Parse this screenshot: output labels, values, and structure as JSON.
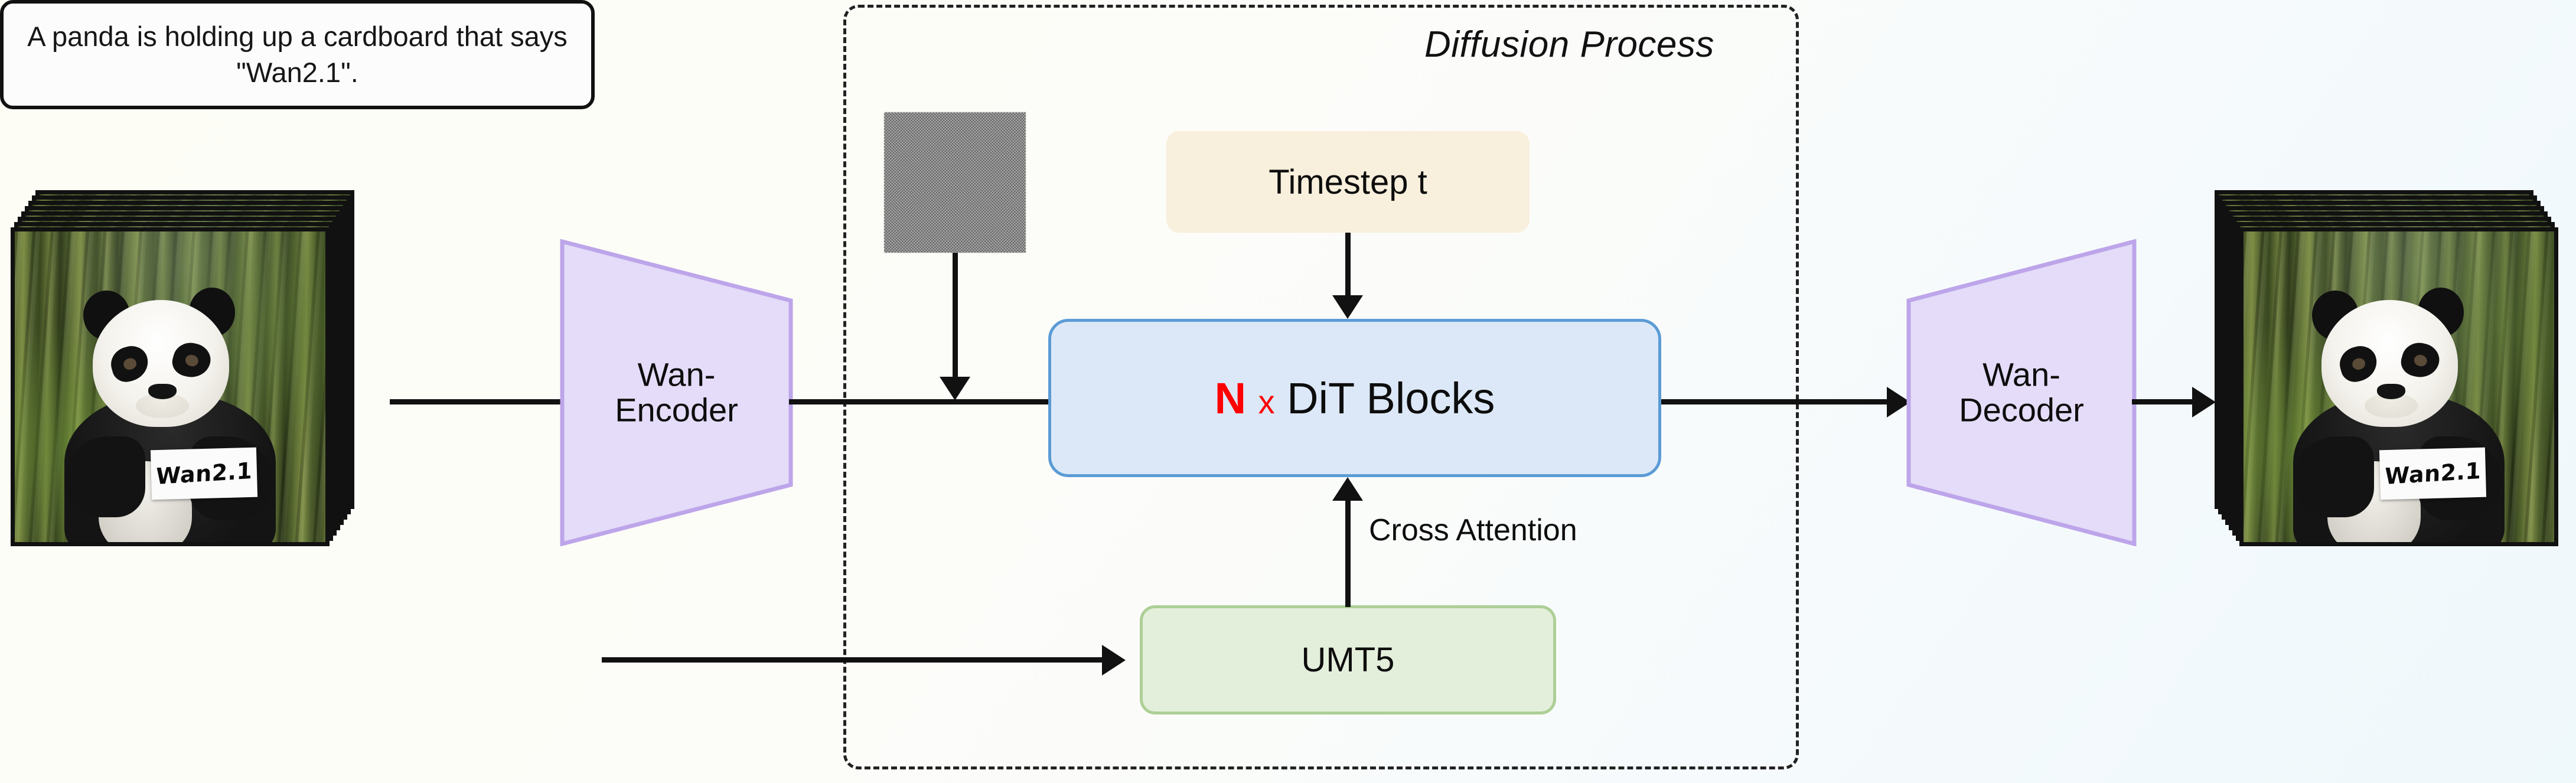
{
  "diagram": {
    "title": "Wan2.1 video diffusion pipeline",
    "background_start": "#fdfdf6",
    "background_end": "#eff8fb"
  },
  "diffusion_region": {
    "label": "Diffusion Process",
    "border_style": "dash-dot"
  },
  "input": {
    "frame_stack_name": "input video frames",
    "sign_text": "Wan2.1",
    "frame_count": 8
  },
  "output": {
    "frame_stack_name": "generated video frames",
    "sign_text": "Wan2.1",
    "frame_count": 8
  },
  "prompt": {
    "text": "A panda is holding up a cardboard that says \"Wan2.1\"."
  },
  "nodes": {
    "encoder": {
      "label_line1": "Wan-",
      "label_line2": "Encoder",
      "fill": "#e4dcf8",
      "stroke": "#bda5ea"
    },
    "decoder": {
      "label_line1": "Wan-",
      "label_line2": "Decoder",
      "fill": "#e4dcf8",
      "stroke": "#bda5ea"
    },
    "dit": {
      "multiplier": "N",
      "times": "x",
      "label": "DiT Blocks",
      "fill": "#dce8f7",
      "stroke": "#5b9bd5",
      "multiplier_color": "#ff0000"
    },
    "timestep": {
      "label": "Timestep t",
      "fill": "#f8efdc"
    },
    "umt5": {
      "label": "UMT5",
      "fill": "#e3efdb",
      "stroke": "#adcf96"
    },
    "noise": {
      "label": "noise-latent-patch"
    }
  },
  "edges": {
    "cross_attention": "Cross Attention"
  }
}
